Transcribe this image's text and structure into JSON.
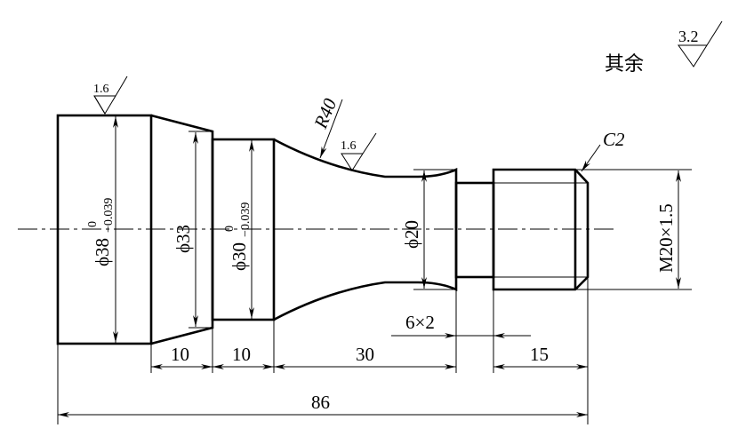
{
  "note": {
    "prefix": "其余",
    "roughness": "3.2"
  },
  "roughness_marks": [
    "1.6",
    "1.6"
  ],
  "radius_label": "R40",
  "chamfer_label": "C2",
  "diameters": {
    "d38": {
      "base": "ϕ38",
      "upper": "0",
      "lower": "−0.039"
    },
    "d33": "ϕ33",
    "d30": {
      "base": "ϕ30",
      "upper": "0",
      "lower": "−0.039"
    },
    "d20": "ϕ20",
    "thread": "M20×1.5"
  },
  "lengths": {
    "l1": "10",
    "l2": "10",
    "l3": "30",
    "groove": "6×2",
    "l4": "15",
    "total": "86"
  }
}
